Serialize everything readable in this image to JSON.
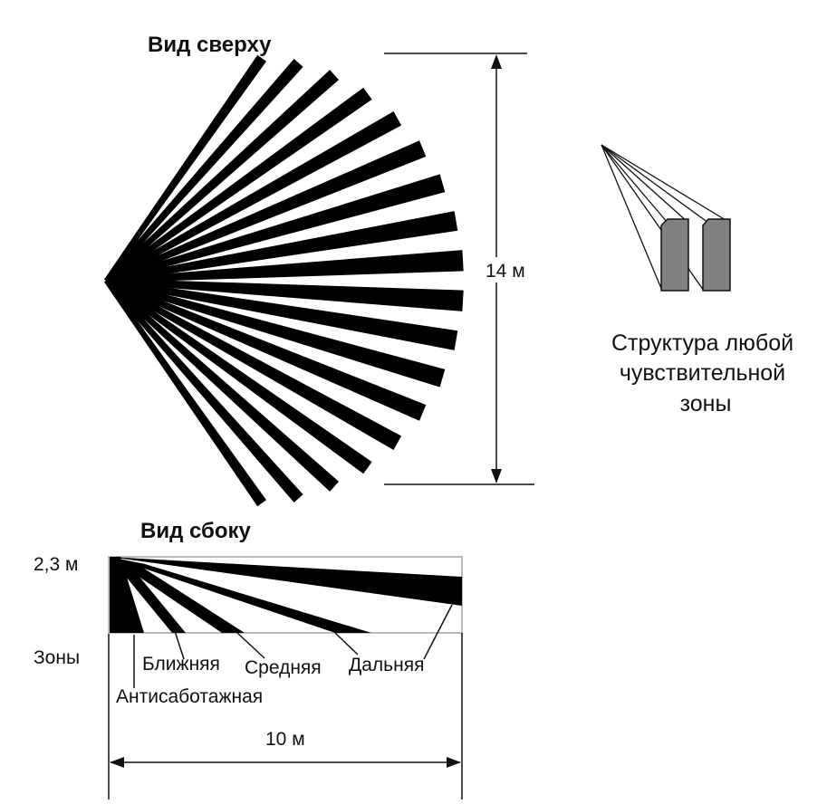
{
  "top_view": {
    "title": "Вид сверху",
    "dimension": "14 м",
    "beam_count": 18
  },
  "zone_structure": {
    "caption_lines": [
      "Структура любой",
      "чувствительной",
      "зоны"
    ],
    "element_color": "#808080"
  },
  "side_view": {
    "title": "Вид сбоку",
    "height_label": "2,3 м",
    "zones_label": "Зоны",
    "zones": {
      "near": "Ближняя",
      "middle": "Средняя",
      "far": "Дальняя",
      "anti_sabotage": "Антисаботажная"
    },
    "dimension": "10 м"
  },
  "colors": {
    "beam": "#000000",
    "frame": "#bbbbbb"
  }
}
